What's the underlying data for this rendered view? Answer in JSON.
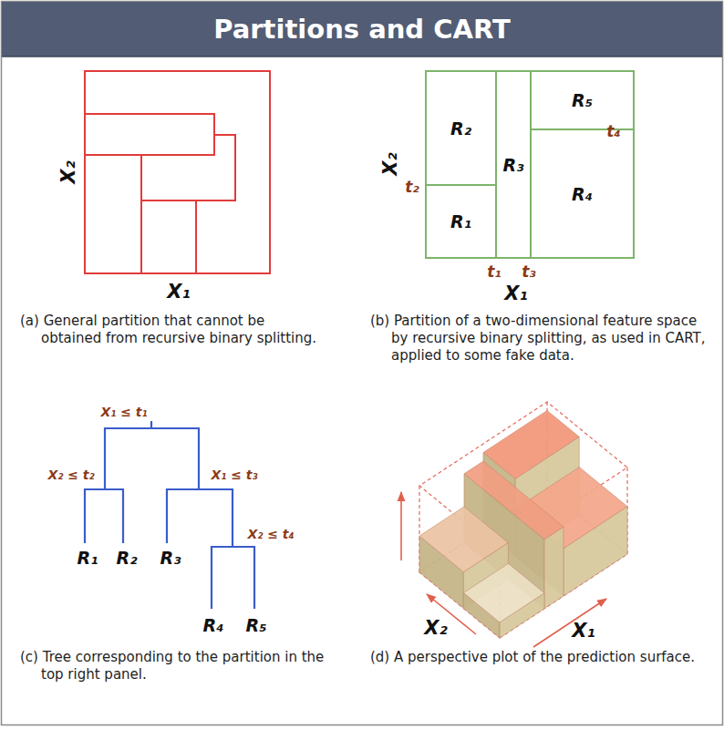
{
  "diagram": {
    "title": "Partitions and CART",
    "nodes": [
      {
        "text": [
          "R₁"
        ]
      },
      {
        "text": [
          "R₂"
        ]
      },
      {
        "text": [
          "R₃"
        ]
      },
      {
        "text": [
          "R₄"
        ]
      },
      {
        "text": [
          "R₅"
        ]
      }
    ],
    "labels": [
      "X₂",
      "X₁",
      "X₂",
      "t₂",
      "t₁",
      "t₃",
      "X₁",
      "t₄",
      "X₁ ≤ t₁",
      "X₂ ≤ t₂",
      "X₁ ≤ t₃",
      "R₁",
      "R₂",
      "R₃",
      "X₂ ≤ t₄",
      "R₄",
      "R₅",
      "X₂",
      "X₁",
      "(a) General partition that cannot be obtained from recursive binary splitting.",
      "(b) Partition of a two-dimensional feature space by recursive binary splitting, as used in CART, applied to some fake data.",
      "(c) Tree corresponding to the partition in the top right panel.",
      "(d) A perspective plot of the prediction surface."
    ]
  }
}
